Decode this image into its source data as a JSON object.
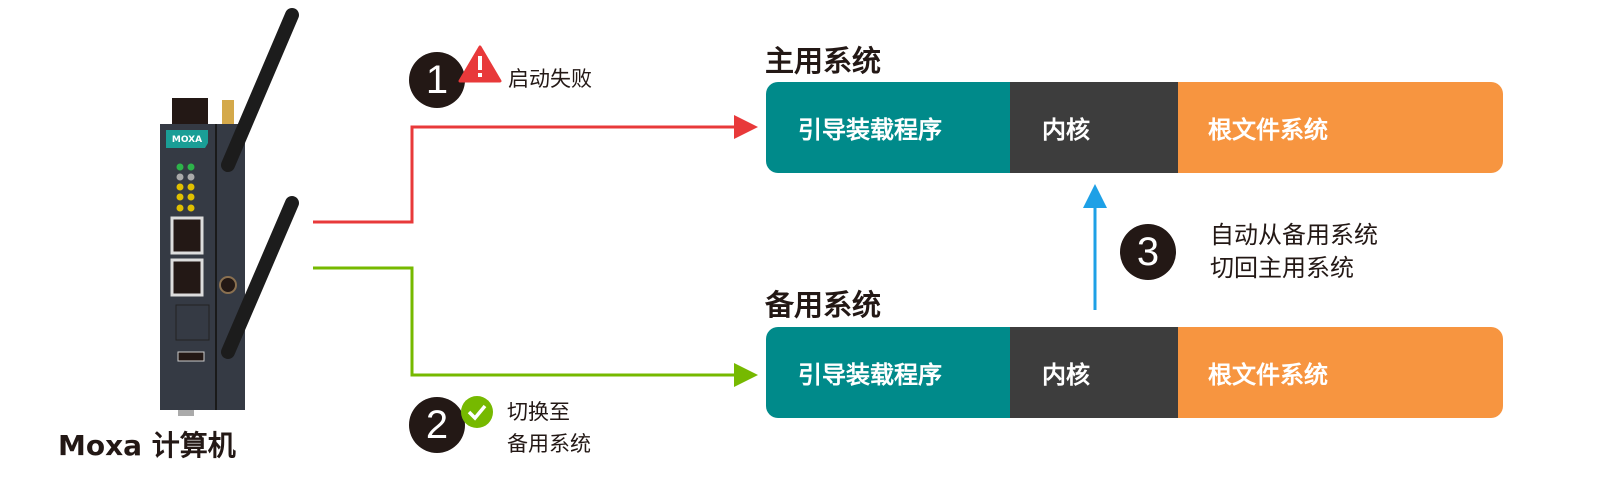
{
  "device": {
    "label": "Moxa 计算机",
    "brand": "MOXA"
  },
  "steps": [
    {
      "number": "1",
      "text": "启动失败",
      "icon": "warning-icon"
    },
    {
      "number": "2",
      "text_lines": [
        "切换至",
        "备用系统"
      ],
      "icon": "check-icon"
    },
    {
      "number": "3",
      "text_lines": [
        "自动从备用系统",
        "切回主用系统"
      ],
      "icon": "arrow-up-icon"
    }
  ],
  "primary": {
    "title": "主用系统",
    "segments": [
      "引导装载程序",
      "内核",
      "根文件系统"
    ]
  },
  "backup": {
    "title": "备用系统",
    "segments": [
      "引导装载程序",
      "内核",
      "根文件系统"
    ]
  },
  "colors": {
    "teal": "#008a8a",
    "gray": "#3d3d3d",
    "orange": "#f79540",
    "red": "#e8393a",
    "green": "#76b900",
    "blue": "#1ea0e6"
  }
}
